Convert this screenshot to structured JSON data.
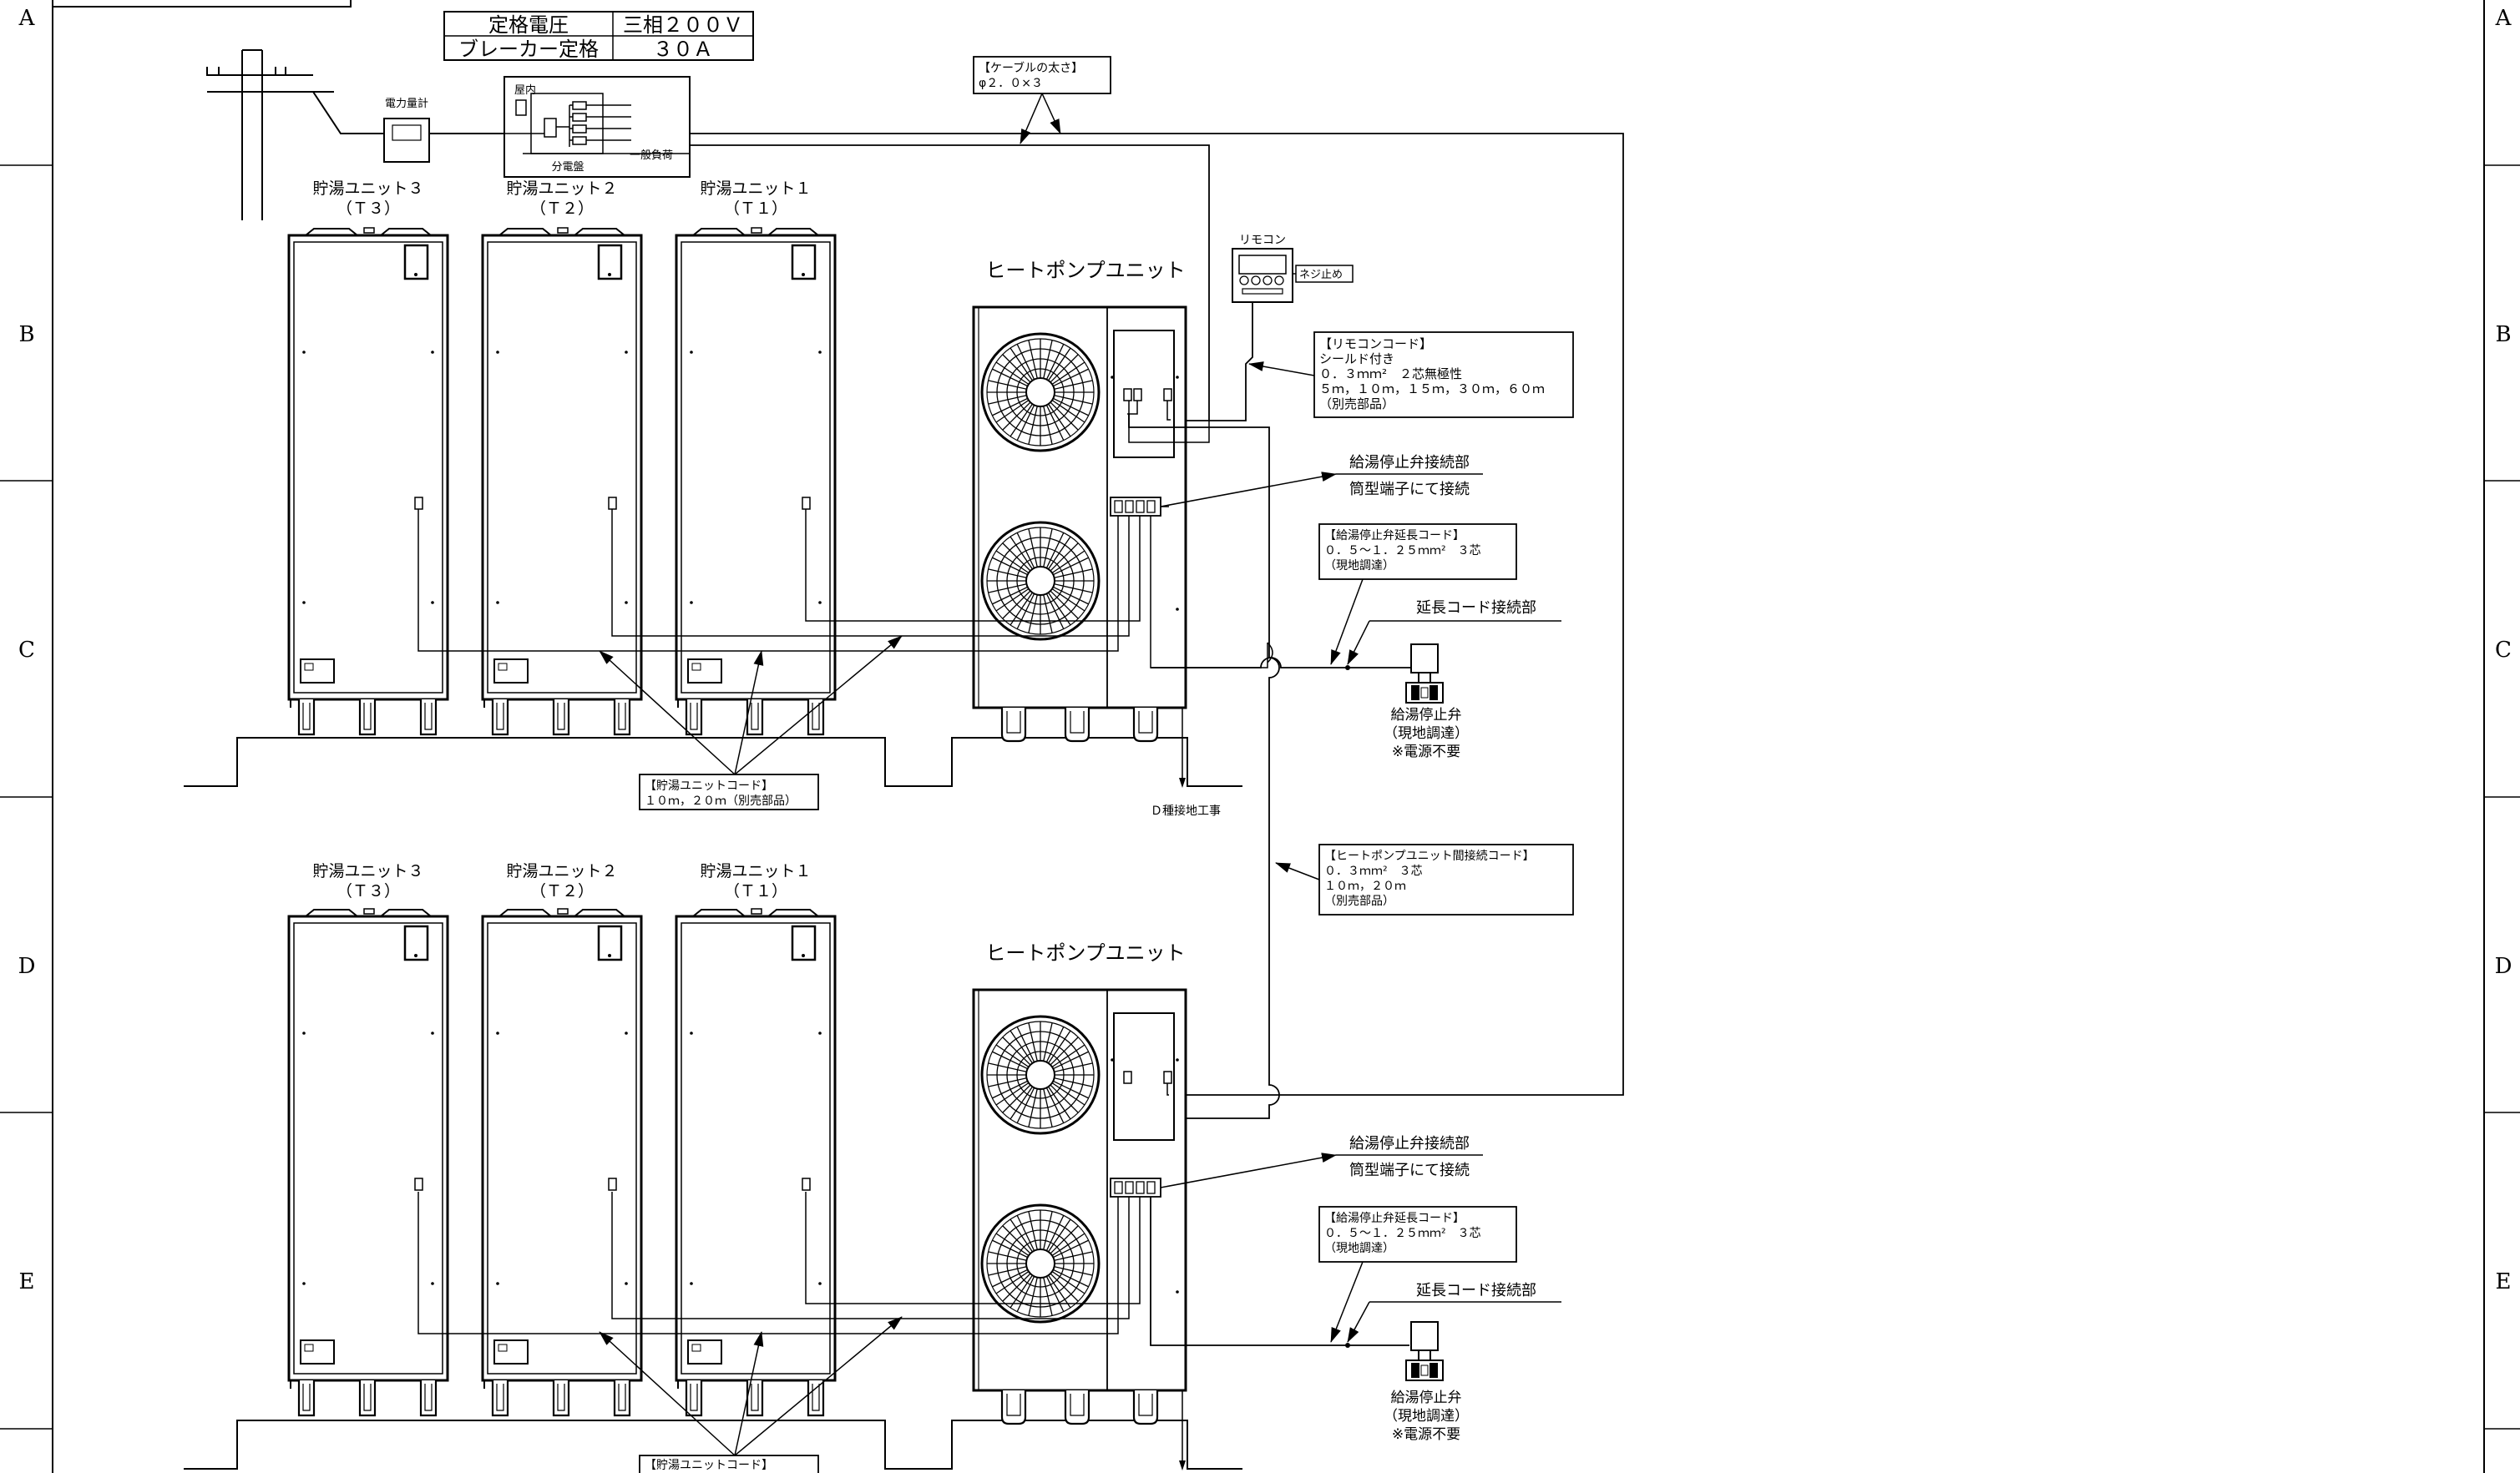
{
  "spec_table": {
    "rows": [
      {
        "label": "定格電圧",
        "value": "三相２００Ｖ"
      },
      {
        "label": "ブレーカー定格",
        "value": "３０Ａ"
      }
    ]
  },
  "border": {
    "rows": [
      "A",
      "B",
      "C",
      "D",
      "E"
    ]
  },
  "power": {
    "meter_label": "電力量計",
    "indoor_label": "屋内",
    "panel_label": "分電盤",
    "general_load_label": "一般負荷"
  },
  "cable_size": {
    "title": "【ケーブルの太さ】",
    "value": "φ２．０×３"
  },
  "remote": {
    "label": "リモコン",
    "screw_label": "ネジ止め"
  },
  "remote_cord": {
    "lines": [
      "【リモコンコード】",
      "シールド付き",
      "０．３ｍｍ²　２芯無極性",
      "５ｍ，１０ｍ，１５ｍ，３０ｍ，６０ｍ",
      "（別売部品）"
    ]
  },
  "upper_system": {
    "tanks": [
      {
        "label": "貯湯ユニット３",
        "code": "（Ｔ３）"
      },
      {
        "label": "貯湯ユニット２",
        "code": "（Ｔ２）"
      },
      {
        "label": "貯湯ユニット１",
        "code": "（Ｔ１）"
      }
    ],
    "heat_pump_label": "ヒートポンプユニット",
    "valve_connection": {
      "line1": "給湯停止弁接続部",
      "line2": "筒型端子にて接続"
    },
    "valve_ext_cord": {
      "lines": [
        "【給湯停止弁延長コード】",
        "０．５～１．２５ｍｍ²　３芯",
        "（現地調達）"
      ]
    },
    "ext_connection_label": "延長コード接続部",
    "valve": {
      "line1": "給湯停止弁",
      "line2": "（現地調達）",
      "line3": "※電源不要"
    },
    "tank_cord": {
      "line1": "【貯湯ユニットコード】",
      "line2": "１０ｍ，２０ｍ（別売部品）"
    },
    "grounding_label": "Ｄ種接地工事"
  },
  "hp_link_cord": {
    "lines": [
      "【ヒートポンプユニット間接続コード】",
      "０．３ｍｍ²　３芯",
      "１０ｍ，２０ｍ",
      "（別売部品）"
    ]
  },
  "lower_system": {
    "tanks": [
      {
        "label": "貯湯ユニット３",
        "code": "（Ｔ３）"
      },
      {
        "label": "貯湯ユニット２",
        "code": "（Ｔ２）"
      },
      {
        "label": "貯湯ユニット１",
        "code": "（Ｔ１）"
      }
    ],
    "heat_pump_label": "ヒートポンプユニット",
    "valve_connection": {
      "line1": "給湯停止弁接続部",
      "line2": "筒型端子にて接続"
    },
    "valve_ext_cord": {
      "lines": [
        "【給湯停止弁延長コード】",
        "０．５～１．２５ｍｍ²　３芯",
        "（現地調達）"
      ]
    },
    "ext_connection_label": "延長コード接続部",
    "valve": {
      "line1": "給湯停止弁",
      "line2": "（現地調達）",
      "line3": "※電源不要"
    },
    "tank_cord": {
      "line1": "【貯湯ユニットコード】"
    }
  }
}
